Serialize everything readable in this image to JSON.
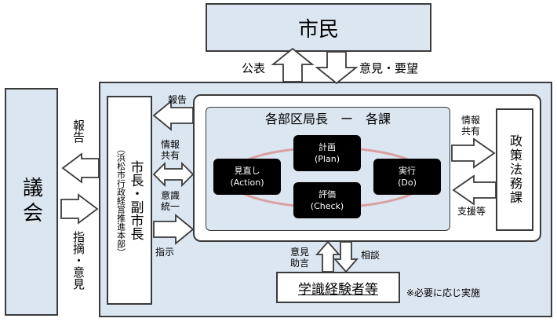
{
  "citizens": {
    "label": "市民"
  },
  "citizen_arrows": {
    "announce": "公表",
    "opinion_request": "意見・要望"
  },
  "assembly": {
    "label": "議会",
    "report": "報告",
    "guidance_opinion": "指摘・意見"
  },
  "mayor": {
    "note": "（浜松市行政経営推進本部）",
    "label": "市長・副市長"
  },
  "mayor_links": {
    "report": "報告",
    "info_share": "情報共有",
    "consensus": "意識統一",
    "instruction": "指示"
  },
  "departments": {
    "title": "各部区局長　ー　各課",
    "cycle": {
      "plan": {
        "label": "計画",
        "sub": "(Plan)"
      },
      "do": {
        "label": "実行",
        "sub": "(Do)"
      },
      "check": {
        "label": "評価",
        "sub": "(Check)"
      },
      "action": {
        "label": "見直し",
        "sub": "(Action)"
      }
    }
  },
  "policy": {
    "label": "政策法務課",
    "info_share": "情報共有",
    "support": "支援等"
  },
  "experts": {
    "label": "学識経験者等",
    "advice": "意見助言",
    "consult": "相談",
    "note": "※必要に応じ実施"
  },
  "colors": {
    "panel": "#dce6f1",
    "border": "#3a3a3a",
    "cycle_node": "#000000",
    "cycle_ring": "#d9a0a0"
  }
}
